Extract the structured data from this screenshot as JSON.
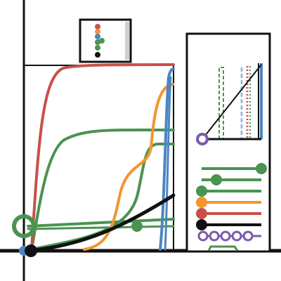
{
  "palette": {
    "black": "#111111",
    "red": "#c9504a",
    "green": "#4a9350",
    "orange": "#f39530",
    "blue": "#4c86c0",
    "purple": "#7b5ab0",
    "light_blue": "#9bbbe0",
    "light_gray": "#d0d0d0"
  },
  "mini_legend": {
    "dot_colors": [
      "red",
      "orange",
      "blue",
      "green",
      "green",
      "black"
    ]
  },
  "curves": [
    {
      "name": "red-saturating-curve",
      "color": "red"
    },
    {
      "name": "green-sigmoid-curve-upper",
      "color": "green"
    },
    {
      "name": "green-sigmoid-curve-middle",
      "color": "green"
    },
    {
      "name": "green-flat-curve",
      "color": "green"
    },
    {
      "name": "orange-step-curve",
      "color": "orange"
    },
    {
      "name": "blue-step-curve",
      "color": "blue"
    },
    {
      "name": "black-power-curve",
      "color": "black"
    }
  ],
  "right_panel": {
    "inset_lines": [
      {
        "name": "inset-diagonal-line",
        "color": "black"
      },
      {
        "name": "inset-dashed-green",
        "color": "green"
      },
      {
        "name": "inset-dashed-light-blue",
        "color": "light_blue"
      },
      {
        "name": "inset-dotted-red",
        "color": "red"
      },
      {
        "name": "inset-solid-blue",
        "color": "blue"
      }
    ],
    "swatches": [
      {
        "name": "swatch-green-dot-right",
        "color": "green"
      },
      {
        "name": "swatch-green-dot-mid",
        "color": "green"
      },
      {
        "name": "swatch-green-dot-left",
        "color": "green"
      },
      {
        "name": "swatch-orange",
        "color": "orange"
      },
      {
        "name": "swatch-red",
        "color": "red"
      },
      {
        "name": "swatch-black",
        "color": "black"
      },
      {
        "name": "swatch-purple-rings",
        "color": "purple"
      }
    ]
  }
}
